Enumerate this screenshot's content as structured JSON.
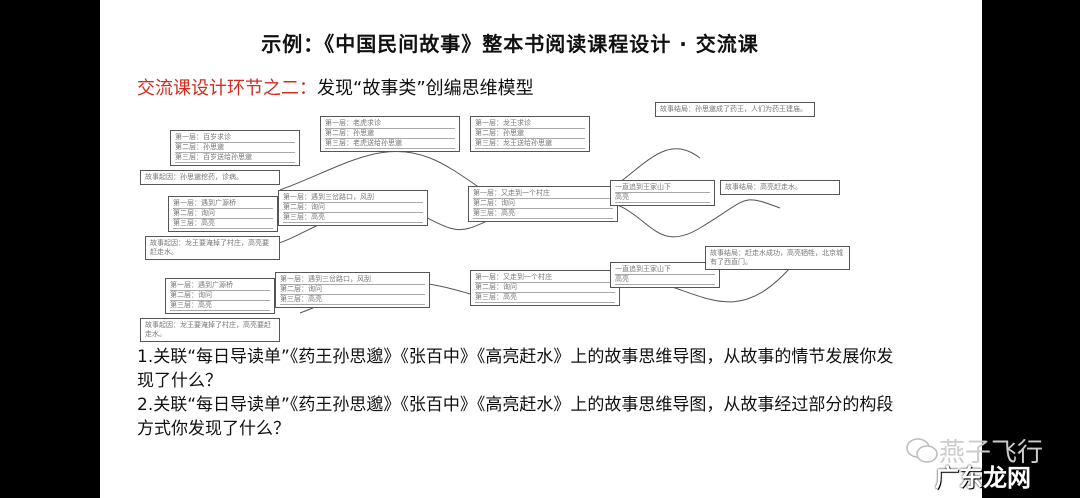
{
  "title": "示例：《中国民间故事》整本书阅读课程设计 · 交流课",
  "subtitle": {
    "highlight": "交流课设计环节之二：",
    "rest": "发现“故事类”创编思维模型"
  },
  "diagram": {
    "rows": [
      {
        "cause": "故事起因：孙思邈挖药，诊病。",
        "boxes": [
          [
            "第一层：百岁求诊",
            "第二层：孙思邈",
            "第三层：百岁送给孙思邈"
          ],
          [
            "第一层：老虎求诊",
            "第二层：孙思邈",
            "第三层：老虎送给孙思邈"
          ],
          [
            "第一层：龙王求诊",
            "第二层：孙思邈",
            "第三层：龙王送给孙思邈"
          ]
        ],
        "ending": "故事结局：孙思邈成了药王，人们为药王建庙。"
      },
      {
        "cause": "故事起因：龙王要淹掉了村庄，高亮要赶走水。",
        "boxes": [
          [
            "第一层：遇到广源桥",
            "第二层：询问",
            "第三层：高亮"
          ],
          [
            "第一层：遇到三岔路口，风刮",
            "第二层：询问",
            "第三层：高亮"
          ],
          [
            "第一层：又走到一个村庄",
            "第二层：询问",
            "第三层：高亮"
          ],
          [
            "一直追到王家山下",
            "高亮"
          ]
        ],
        "ending": "故事结局：高亮赶走水。"
      },
      {
        "cause": "故事起因：龙王要淹掉了村庄，高亮要赶走水。",
        "boxes": [
          [
            "第一层：遇到广源桥",
            "第二层：询问",
            "第三层：高亮"
          ],
          [
            "第一层：遇到三岔路口，风刮",
            "第二层：询问",
            "第三层：高亮"
          ],
          [
            "第一层：又走到一个村庄",
            "第二层：询问",
            "第三层：高亮"
          ],
          [
            "一直追到王家山下",
            "高亮"
          ]
        ],
        "ending": "故事结局：赶走水成功，高亮牺牲，北京城有了西直门。"
      }
    ]
  },
  "questions": [
    "1.关联“每日导读单”《药王孙思邈》《张百中》《高亮赶水》上的故事思维导图，从故事的情节发展你发现了什么？",
    "2.关联“每日导读单”《药王孙思邈》《张百中》《高亮赶水》上的故事思维导图，从故事经过部分的构段方式你发现了什么？"
  ],
  "watermark": {
    "account": "燕子飞行",
    "site": "广东龙网",
    "icon": "wechat-icon"
  }
}
